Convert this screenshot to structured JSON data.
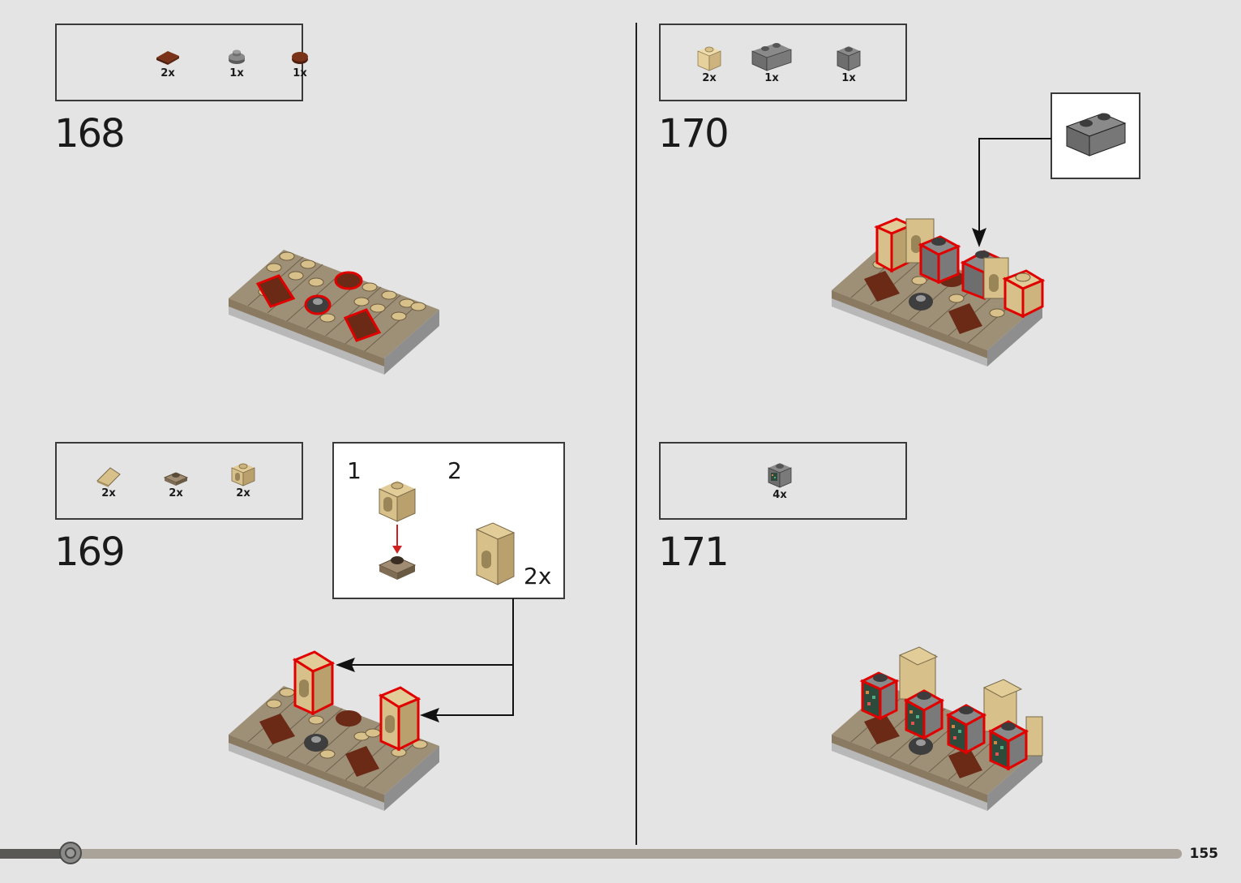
{
  "page_number": "155",
  "progress": 0.06,
  "colors": {
    "tan": "#d8c08b",
    "dark_tan": "#9a8a70",
    "reddish_brown": "#6b2a16",
    "dark_grey": "#6b6b6b",
    "highlight": "#e00000"
  },
  "steps": [
    {
      "number": "168",
      "parts": [
        {
          "icon": "reddish-brown-tile-icon",
          "qty": "2x"
        },
        {
          "icon": "grey-round-plate-icon",
          "qty": "1x"
        },
        {
          "icon": "reddish-brown-round-tile-icon",
          "qty": "1x"
        }
      ]
    },
    {
      "number": "169",
      "parts": [
        {
          "icon": "tan-slope-icon",
          "qty": "2x"
        },
        {
          "icon": "dark-tan-jumper-plate-icon",
          "qty": "2x"
        },
        {
          "icon": "tan-printed-brick-icon",
          "qty": "2x"
        }
      ],
      "subassembly": {
        "step1": "1",
        "step2": "2",
        "multiplier": "2x"
      }
    },
    {
      "number": "170",
      "parts": [
        {
          "icon": "tan-brick-icon",
          "qty": "2x"
        },
        {
          "icon": "dark-grey-brick-1x2-icon",
          "qty": "1x"
        },
        {
          "icon": "dark-grey-brick-icon",
          "qty": "1x"
        }
      ]
    },
    {
      "number": "171",
      "parts": [
        {
          "icon": "dark-grey-printed-brick-icon",
          "qty": "4x"
        }
      ]
    }
  ]
}
